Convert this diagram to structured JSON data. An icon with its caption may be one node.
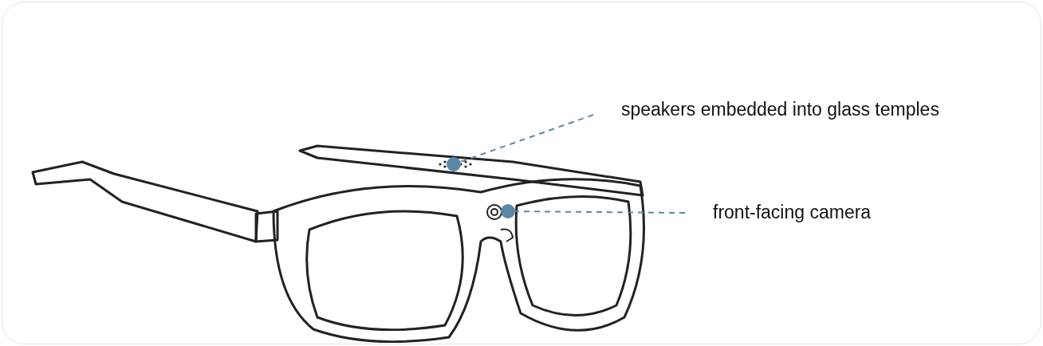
{
  "diagram": {
    "nodes": [
      {
        "text": [
          "speakers embedded into glass temples"
        ]
      },
      {
        "text": [
          "front-facing camera"
        ]
      },
      {
        "text": [],
        "shape": "circle"
      },
      {
        "text": [],
        "shape": "circle"
      }
    ],
    "edges": [
      {
        "from": 0,
        "to": 2,
        "arrow": "none",
        "style": "dashed",
        "color": "#5b87a6"
      },
      {
        "from": 1,
        "to": 3,
        "arrow": "none",
        "style": "dashed",
        "color": "#5b87a6"
      }
    ]
  }
}
